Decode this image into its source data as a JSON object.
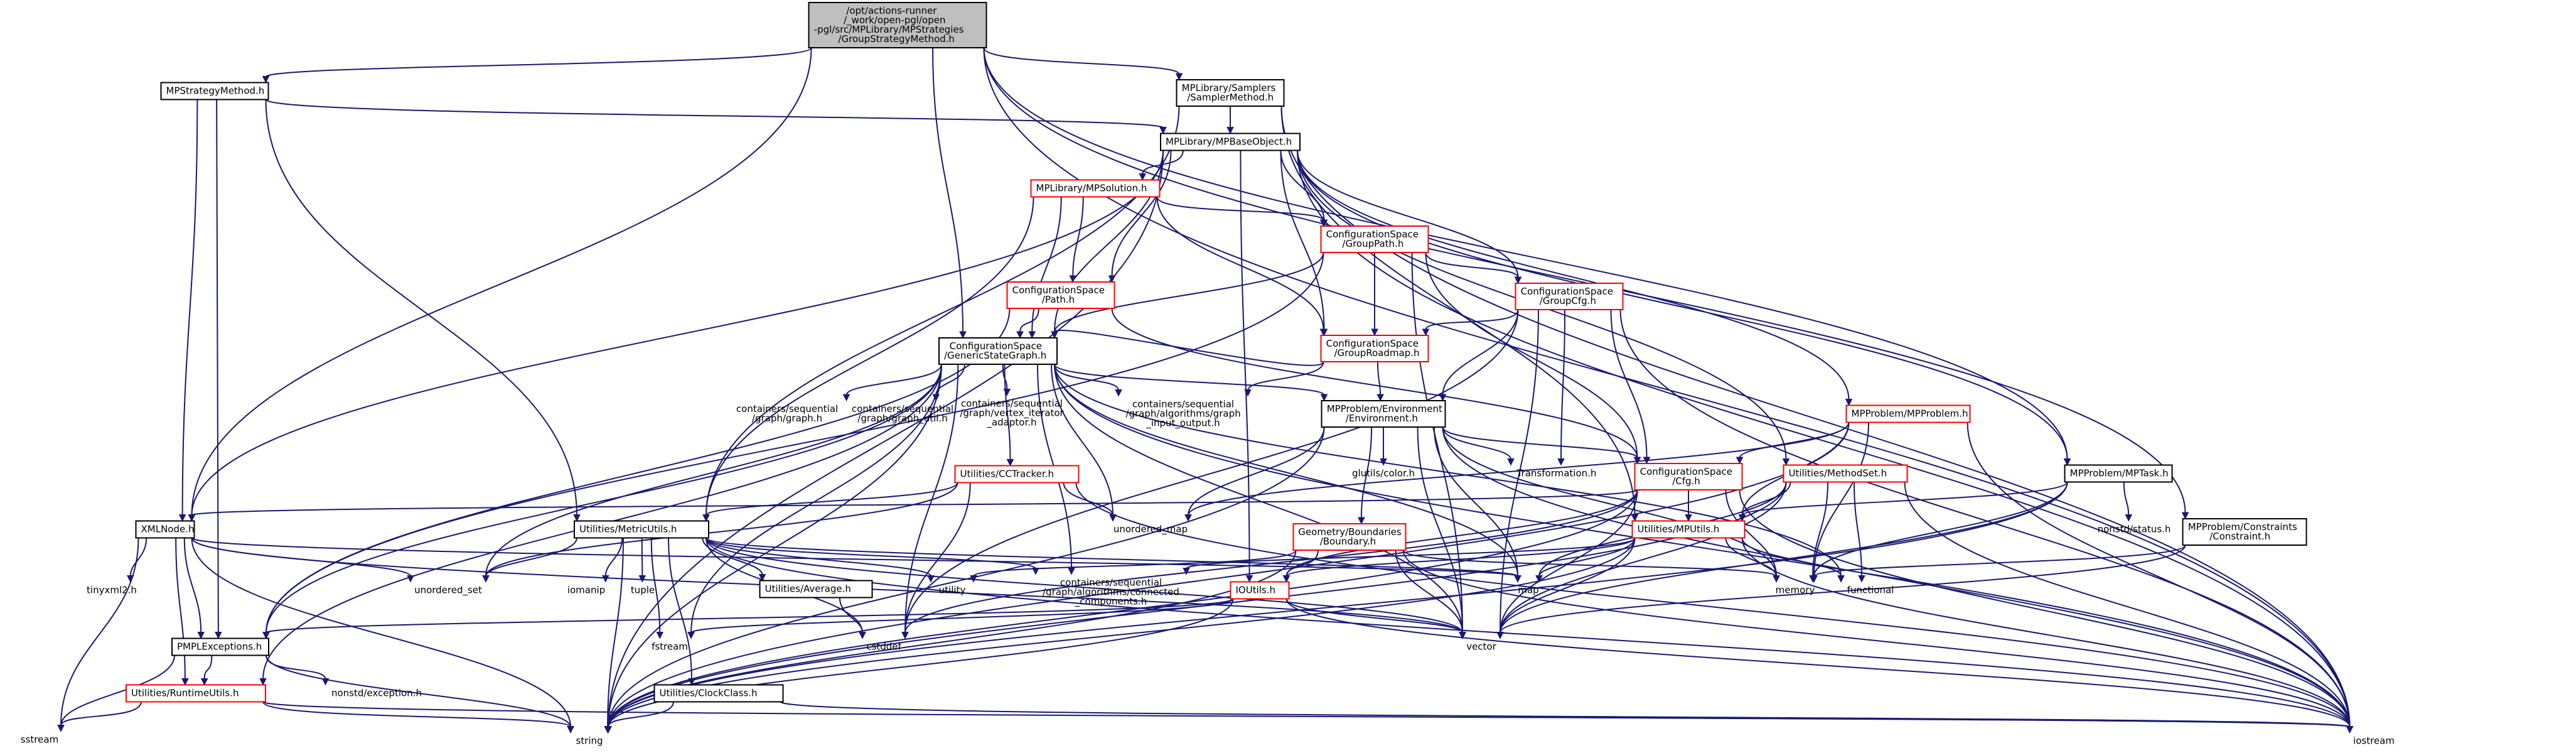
{
  "colors": {
    "edge": "#191970",
    "node_border": "#000000",
    "node_border_truncated": "#ff0000",
    "node_fill": "#ffffff",
    "root_fill": "#bfbfbf",
    "nobox_text": "#404040"
  },
  "nodes": [
    {
      "id": "root",
      "lines": [
        "/opt/actions-runner",
        "/_work/open-pgl/open",
        "-pgl/src/MPLibrary/MPStrategies",
        "/GroupStrategyMethod.h"
      ],
      "style": "root"
    },
    {
      "id": "mpstrategymethod",
      "lines": [
        "MPStrategyMethod.h"
      ],
      "style": "box"
    },
    {
      "id": "samplermethod",
      "lines": [
        "MPLibrary/Samplers",
        "/SamplerMethod.h"
      ],
      "style": "box"
    },
    {
      "id": "mpbaseobject",
      "lines": [
        "MPLibrary/MPBaseObject.h"
      ],
      "style": "box"
    },
    {
      "id": "mpsolution",
      "lines": [
        "MPLibrary/MPSolution.h"
      ],
      "style": "red"
    },
    {
      "id": "grouppath",
      "lines": [
        "ConfigurationSpace",
        "/GroupPath.h"
      ],
      "style": "red"
    },
    {
      "id": "path",
      "lines": [
        "ConfigurationSpace",
        "/Path.h"
      ],
      "style": "red"
    },
    {
      "id": "groupcfg",
      "lines": [
        "ConfigurationSpace",
        "/GroupCfg.h"
      ],
      "style": "red"
    },
    {
      "id": "grouproadmap",
      "lines": [
        "ConfigurationSpace",
        "/GroupRoadmap.h"
      ],
      "style": "red"
    },
    {
      "id": "genericstategraph",
      "lines": [
        "ConfigurationSpace",
        "/GenericStateGraph.h"
      ],
      "style": "box"
    },
    {
      "id": "graph_h",
      "lines": [
        "containers/sequential",
        "/graph/graph.h"
      ],
      "style": "nobox"
    },
    {
      "id": "graph_util",
      "lines": [
        "containers/sequential",
        "/graph/graph_util.h"
      ],
      "style": "nobox"
    },
    {
      "id": "vertex_iter",
      "lines": [
        "containers/sequential",
        "/graph/vertex_iterator",
        "_adaptor.h"
      ],
      "style": "nobox"
    },
    {
      "id": "graph_input",
      "lines": [
        "containers/sequential",
        "/graph/algorithms/graph",
        "_input_output.h"
      ],
      "style": "nobox"
    },
    {
      "id": "environment",
      "lines": [
        "MPProblem/Environment",
        "/Environment.h"
      ],
      "style": "box"
    },
    {
      "id": "mpproblem",
      "lines": [
        "MPProblem/MPProblem.h"
      ],
      "style": "red"
    },
    {
      "id": "cctracker",
      "lines": [
        "Utilities/CCTracker.h"
      ],
      "style": "red"
    },
    {
      "id": "glutils",
      "lines": [
        "glutils/color.h"
      ],
      "style": "nobox"
    },
    {
      "id": "transformation",
      "lines": [
        "Transformation.h"
      ],
      "style": "nobox"
    },
    {
      "id": "cfg",
      "lines": [
        "ConfigurationSpace",
        "/Cfg.h"
      ],
      "style": "red"
    },
    {
      "id": "methodset",
      "lines": [
        "Utilities/MethodSet.h"
      ],
      "style": "red"
    },
    {
      "id": "mptask",
      "lines": [
        "MPProblem/MPTask.h"
      ],
      "style": "box"
    },
    {
      "id": "nonstdstatus",
      "lines": [
        "nonstd/status.h"
      ],
      "style": "nobox"
    },
    {
      "id": "constraint",
      "lines": [
        "MPProblem/Constraints",
        "/Constraint.h"
      ],
      "style": "box"
    },
    {
      "id": "xmlnode",
      "lines": [
        "XMLNode.h"
      ],
      "style": "box"
    },
    {
      "id": "metricutils",
      "lines": [
        "Utilities/MetricUtils.h"
      ],
      "style": "box"
    },
    {
      "id": "unordered_map",
      "lines": [
        "unordered_map"
      ],
      "style": "nobox"
    },
    {
      "id": "boundary",
      "lines": [
        "Geometry/Boundaries",
        "/Boundary.h"
      ],
      "style": "red"
    },
    {
      "id": "mputils",
      "lines": [
        "Utilities/MPUtils.h"
      ],
      "style": "red"
    },
    {
      "id": "tinyxml",
      "lines": [
        "tinyxml2.h"
      ],
      "style": "nobox"
    },
    {
      "id": "unordered_set",
      "lines": [
        "unordered_set"
      ],
      "style": "nobox"
    },
    {
      "id": "iomanip",
      "lines": [
        "iomanip"
      ],
      "style": "nobox"
    },
    {
      "id": "tuple",
      "lines": [
        "tuple"
      ],
      "style": "nobox"
    },
    {
      "id": "average",
      "lines": [
        "Utilities/Average.h"
      ],
      "style": "box"
    },
    {
      "id": "utility",
      "lines": [
        "utility"
      ],
      "style": "nobox"
    },
    {
      "id": "connected",
      "lines": [
        "containers/sequential",
        "/graph/algorithms/connected",
        "_components.h"
      ],
      "style": "nobox"
    },
    {
      "id": "ioutils",
      "lines": [
        "IOUtils.h"
      ],
      "style": "red"
    },
    {
      "id": "map",
      "lines": [
        "map"
      ],
      "style": "nobox"
    },
    {
      "id": "memory",
      "lines": [
        "memory"
      ],
      "style": "nobox"
    },
    {
      "id": "functional",
      "lines": [
        "functional"
      ],
      "style": "nobox"
    },
    {
      "id": "pmplexceptions",
      "lines": [
        "PMPLExceptions.h"
      ],
      "style": "box"
    },
    {
      "id": "fstream",
      "lines": [
        "fstream"
      ],
      "style": "nobox"
    },
    {
      "id": "cstddef",
      "lines": [
        "cstddef"
      ],
      "style": "nobox"
    },
    {
      "id": "vector",
      "lines": [
        "vector"
      ],
      "style": "nobox"
    },
    {
      "id": "nonstdexception",
      "lines": [
        "nonstd/exception.h"
      ],
      "style": "nobox"
    },
    {
      "id": "runtimeutils",
      "lines": [
        "Utilities/RuntimeUtils.h"
      ],
      "style": "red"
    },
    {
      "id": "clockclass",
      "lines": [
        "Utilities/ClockClass.h"
      ],
      "style": "box"
    },
    {
      "id": "sstream",
      "lines": [
        "sstream"
      ],
      "style": "nobox"
    },
    {
      "id": "string",
      "lines": [
        "string"
      ],
      "style": "nobox"
    },
    {
      "id": "iostream",
      "lines": [
        "iostream"
      ],
      "style": "nobox"
    }
  ],
  "edges": [
    [
      "root",
      "mpstrategymethod"
    ],
    [
      "root",
      "samplermethod"
    ],
    [
      "root",
      "genericstategraph"
    ],
    [
      "root",
      "xmlnode"
    ],
    [
      "root",
      "mptask"
    ],
    [
      "root",
      "constraint"
    ],
    [
      "root",
      "iostream"
    ],
    [
      "mpstrategymethod",
      "mpbaseobject"
    ],
    [
      "mpstrategymethod",
      "xmlnode"
    ],
    [
      "mpstrategymethod",
      "metricutils"
    ],
    [
      "mpstrategymethod",
      "pmplexceptions"
    ],
    [
      "samplermethod",
      "mpbaseobject"
    ],
    [
      "samplermethod",
      "metricutils"
    ],
    [
      "samplermethod",
      "mputils"
    ],
    [
      "samplermethod",
      "iostream"
    ],
    [
      "mpbaseobject",
      "mpsolution"
    ],
    [
      "mpbaseobject",
      "grouppath"
    ],
    [
      "mpbaseobject",
      "path"
    ],
    [
      "mpbaseobject",
      "groupcfg"
    ],
    [
      "mpbaseobject",
      "grouproadmap"
    ],
    [
      "mpbaseobject",
      "genericstategraph"
    ],
    [
      "mpbaseobject",
      "mpproblem"
    ],
    [
      "mpbaseobject",
      "methodset"
    ],
    [
      "mpbaseobject",
      "mptask"
    ],
    [
      "mpbaseobject",
      "xmlnode"
    ],
    [
      "mpbaseobject",
      "ioutils"
    ],
    [
      "mpbaseobject",
      "string"
    ],
    [
      "mpbaseobject",
      "iostream"
    ],
    [
      "mpsolution",
      "grouppath"
    ],
    [
      "mpsolution",
      "path"
    ],
    [
      "mpsolution",
      "grouproadmap"
    ],
    [
      "mpsolution",
      "genericstategraph"
    ],
    [
      "mpsolution",
      "metricutils"
    ],
    [
      "grouppath",
      "groupcfg"
    ],
    [
      "grouppath",
      "grouproadmap"
    ],
    [
      "grouppath",
      "genericstategraph"
    ],
    [
      "grouppath",
      "cfg"
    ],
    [
      "grouppath",
      "vector"
    ],
    [
      "grouppath",
      "pmplexceptions"
    ],
    [
      "path",
      "genericstategraph"
    ],
    [
      "path",
      "cfg"
    ],
    [
      "path",
      "pmplexceptions"
    ],
    [
      "groupcfg",
      "grouproadmap"
    ],
    [
      "groupcfg",
      "environment"
    ],
    [
      "groupcfg",
      "cfg"
    ],
    [
      "groupcfg",
      "transformation"
    ],
    [
      "groupcfg",
      "vector"
    ],
    [
      "groupcfg",
      "iostream"
    ],
    [
      "groupcfg",
      "cstddef"
    ],
    [
      "grouproadmap",
      "genericstategraph"
    ],
    [
      "grouproadmap",
      "environment"
    ],
    [
      "grouproadmap",
      "graph_input"
    ],
    [
      "genericstategraph",
      "graph_h"
    ],
    [
      "genericstategraph",
      "graph_util"
    ],
    [
      "genericstategraph",
      "vertex_iter"
    ],
    [
      "genericstategraph",
      "graph_input"
    ],
    [
      "genericstategraph",
      "environment"
    ],
    [
      "genericstategraph",
      "cctracker"
    ],
    [
      "genericstategraph",
      "pmplexceptions"
    ],
    [
      "genericstategraph",
      "runtimeutils"
    ],
    [
      "genericstategraph",
      "unordered_map"
    ],
    [
      "genericstategraph",
      "unordered_set"
    ],
    [
      "genericstategraph",
      "connected"
    ],
    [
      "genericstategraph",
      "functional"
    ],
    [
      "genericstategraph",
      "fstream"
    ],
    [
      "genericstategraph",
      "string"
    ],
    [
      "genericstategraph",
      "vector"
    ],
    [
      "genericstategraph",
      "iostream"
    ],
    [
      "genericstategraph",
      "cstddef"
    ],
    [
      "genericstategraph",
      "map"
    ],
    [
      "environment",
      "cfg"
    ],
    [
      "environment",
      "glutils"
    ],
    [
      "environment",
      "transformation"
    ],
    [
      "environment",
      "boundary"
    ],
    [
      "environment",
      "map"
    ],
    [
      "environment",
      "memory"
    ],
    [
      "environment",
      "string"
    ],
    [
      "environment",
      "unordered_map"
    ],
    [
      "environment",
      "vector"
    ],
    [
      "environment",
      "iostream"
    ],
    [
      "mpproblem",
      "cfg"
    ],
    [
      "mpproblem",
      "mputils"
    ],
    [
      "mpproblem",
      "memory"
    ],
    [
      "mpproblem",
      "unordered_map"
    ],
    [
      "mpproblem",
      "iostream"
    ],
    [
      "mpproblem",
      "string"
    ],
    [
      "cctracker",
      "metricutils"
    ],
    [
      "cctracker",
      "unordered_map"
    ],
    [
      "cctracker",
      "unordered_set"
    ],
    [
      "cctracker",
      "cstddef"
    ],
    [
      "cctracker",
      "iostream"
    ],
    [
      "cfg",
      "mputils"
    ],
    [
      "cfg",
      "ioutils"
    ],
    [
      "cfg",
      "memory"
    ],
    [
      "cfg",
      "vector"
    ],
    [
      "cfg",
      "iostream"
    ],
    [
      "cfg",
      "xmlnode"
    ],
    [
      "cfg",
      "string"
    ],
    [
      "cfg",
      "cstddef"
    ],
    [
      "methodset",
      "mputils"
    ],
    [
      "methodset",
      "memory"
    ],
    [
      "methodset",
      "functional"
    ],
    [
      "methodset",
      "map"
    ],
    [
      "methodset",
      "vector"
    ],
    [
      "methodset",
      "iostream"
    ],
    [
      "methodset",
      "string"
    ],
    [
      "mptask",
      "mputils"
    ],
    [
      "mptask",
      "nonstdstatus"
    ],
    [
      "mptask",
      "memory"
    ],
    [
      "mptask",
      "vector"
    ],
    [
      "mptask",
      "string"
    ],
    [
      "constraint",
      "memory"
    ],
    [
      "constraint",
      "vector"
    ],
    [
      "xmlnode",
      "tinyxml"
    ],
    [
      "xmlnode",
      "unordered_set"
    ],
    [
      "xmlnode",
      "pmplexceptions"
    ],
    [
      "xmlnode",
      "runtimeutils"
    ],
    [
      "xmlnode",
      "sstream"
    ],
    [
      "xmlnode",
      "string"
    ],
    [
      "xmlnode",
      "vector"
    ],
    [
      "xmlnode",
      "map"
    ],
    [
      "metricutils",
      "iomanip"
    ],
    [
      "metricutils",
      "tuple"
    ],
    [
      "metricutils",
      "average"
    ],
    [
      "metricutils",
      "utility"
    ],
    [
      "metricutils",
      "connected"
    ],
    [
      "metricutils",
      "clockclass"
    ],
    [
      "metricutils",
      "fstream"
    ],
    [
      "metricutils",
      "string"
    ],
    [
      "metricutils",
      "vector"
    ],
    [
      "metricutils",
      "cstddef"
    ],
    [
      "metricutils",
      "iostream"
    ],
    [
      "metricutils",
      "unordered_set"
    ],
    [
      "metricutils",
      "map"
    ],
    [
      "boundary",
      "ioutils"
    ],
    [
      "boundary",
      "utility"
    ],
    [
      "boundary",
      "memory"
    ],
    [
      "boundary",
      "vector"
    ],
    [
      "boundary",
      "iostream"
    ],
    [
      "boundary",
      "string"
    ],
    [
      "mputils",
      "ioutils"
    ],
    [
      "mputils",
      "connected"
    ],
    [
      "mputils",
      "map"
    ],
    [
      "mputils",
      "memory"
    ],
    [
      "mputils",
      "functional"
    ],
    [
      "mputils",
      "vector"
    ],
    [
      "mputils",
      "iostream"
    ],
    [
      "mputils",
      "string"
    ],
    [
      "ioutils",
      "pmplexceptions"
    ],
    [
      "ioutils",
      "fstream"
    ],
    [
      "ioutils",
      "vector"
    ],
    [
      "ioutils",
      "iostream"
    ],
    [
      "ioutils",
      "string"
    ],
    [
      "average",
      "cstddef"
    ],
    [
      "pmplexceptions",
      "nonstdexception"
    ],
    [
      "pmplexceptions",
      "runtimeutils"
    ],
    [
      "pmplexceptions",
      "sstream"
    ],
    [
      "pmplexceptions",
      "string"
    ],
    [
      "runtimeutils",
      "sstream"
    ],
    [
      "runtimeutils",
      "string"
    ],
    [
      "runtimeutils",
      "iostream"
    ],
    [
      "clockclass",
      "string"
    ],
    [
      "clockclass",
      "iostream"
    ]
  ]
}
